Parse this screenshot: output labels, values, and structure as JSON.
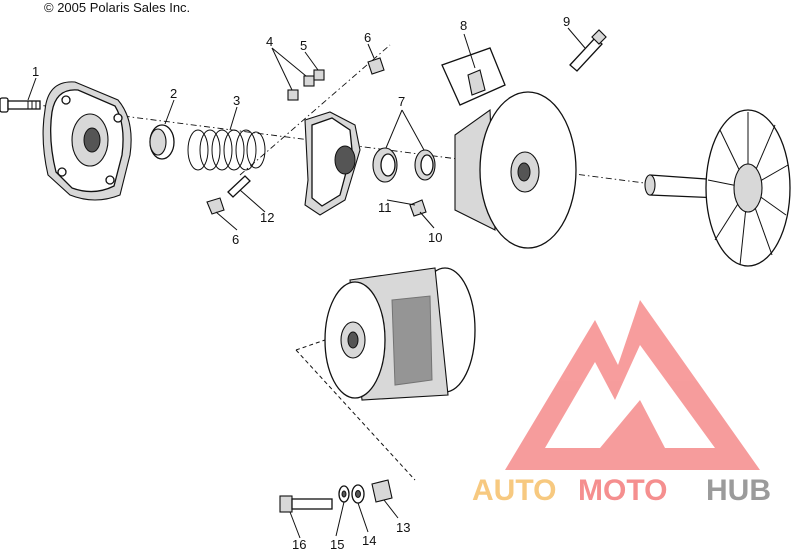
{
  "copyright": "© 2005 Polaris Sales Inc.",
  "callouts": {
    "c1": "1",
    "c2": "2",
    "c3": "3",
    "c4": "4",
    "c5": "5",
    "c6a": "6",
    "c6b": "6",
    "c7": "7",
    "c8": "8",
    "c9": "9",
    "c10": "10",
    "c11": "11",
    "c12": "12",
    "c13": "13",
    "c14": "14",
    "c15": "15",
    "c16": "16"
  },
  "watermark": {
    "part1": "AUTO",
    "part2": "MOTO",
    "part3": "HUB",
    "color1": "#f6c06a",
    "color2": "#f47c7c",
    "color3": "#8a8a8a",
    "logo_color": "#f47c7c"
  }
}
